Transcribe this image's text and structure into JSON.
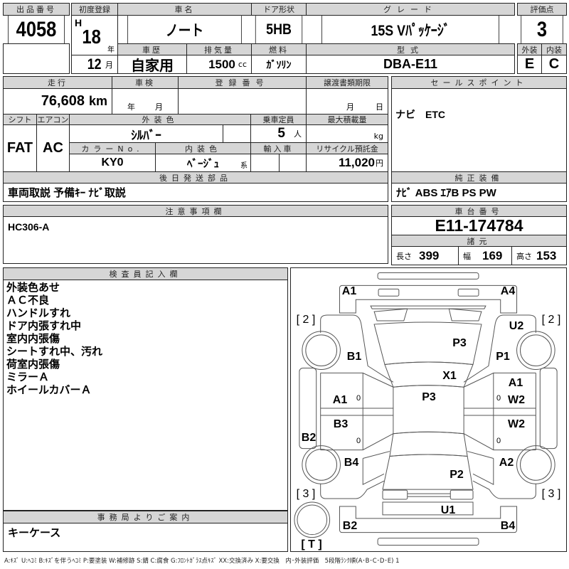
{
  "lot": {
    "label": "出品番号",
    "value": "4058"
  },
  "first_reg": {
    "label": "初度登録",
    "era": "H",
    "year": "18",
    "year_unit": "年",
    "month": "12",
    "month_unit": "月"
  },
  "car_name": {
    "label": "車名",
    "value": "ノート"
  },
  "door": {
    "label": "ドア形状",
    "value": "5HB"
  },
  "grade": {
    "label": "グレード",
    "value": "15S Vﾊﾟｯｹｰｼﾞ"
  },
  "score": {
    "label": "評価点",
    "value": "3",
    "exterior_label": "外装",
    "exterior": "E",
    "interior_label": "内装",
    "interior": "C"
  },
  "history": {
    "label": "車歴",
    "value": "自家用"
  },
  "displacement": {
    "label": "排気量",
    "value": "1500",
    "unit": "cc"
  },
  "fuel": {
    "label": "燃料",
    "value": "ｶﾞｿﾘﾝ"
  },
  "model": {
    "label": "型式",
    "value": "DBA-E11"
  },
  "mileage": {
    "label": "走行",
    "value": "76,608",
    "unit": "km"
  },
  "inspection": {
    "label": "車検",
    "year_unit": "年",
    "month_unit": "月"
  },
  "reg_no": {
    "label": "登録番号",
    "value": ""
  },
  "transfer": {
    "label": "譲渡書類期限",
    "month_unit": "月",
    "day_unit": "日"
  },
  "shift": {
    "label": "シフト",
    "value": "FAT"
  },
  "ac": {
    "label": "エアコン",
    "value": "AC"
  },
  "ext_color": {
    "label": "外装色",
    "value": "ｼﾙﾊﾞｰ"
  },
  "capacity": {
    "label": "乗車定員",
    "value": "5",
    "unit": "人"
  },
  "max_load": {
    "label": "最大積載量",
    "unit": "kg"
  },
  "color_no": {
    "label": "カラーNo.",
    "value": "KY0"
  },
  "int_color": {
    "label": "内装色",
    "value": "ﾍﾞｰｼﾞｭ",
    "suffix": "系"
  },
  "import": {
    "label": "輸入車"
  },
  "recycle": {
    "label": "リサイクル預託金",
    "value": "11,020",
    "unit": "円"
  },
  "later_parts": {
    "label": "後日発送部品",
    "value": "車両取説 予備ｷｰ ﾅﾋﾞ取説"
  },
  "sales_point": {
    "label": "セールスポイント",
    "value": "ナビ　ETC"
  },
  "equipment": {
    "label": "純正装備",
    "value": "ﾅﾋﾞ ABS ｴｱB PS PW"
  },
  "notes": {
    "label": "注意事項欄",
    "value": "HC306-A"
  },
  "chassis": {
    "label": "車台番号",
    "value": "E11-174784"
  },
  "specs": {
    "label": "諸元",
    "length_label": "長さ",
    "length": "399",
    "width_label": "幅",
    "width": "169",
    "height_label": "高さ",
    "height": "153"
  },
  "inspector": {
    "label": "検査員記入欄",
    "items": [
      "外装色あせ",
      "ＡＣ不良",
      "ハンドルすれ",
      "ドア内張すれ中",
      "室内内張傷",
      "シートすれ中、汚れ",
      "荷室内張傷",
      "ミラーＡ",
      "ホイールカバーＡ"
    ]
  },
  "office": {
    "label": "事務局よりご案内",
    "value": "キーケース"
  },
  "diagram": {
    "marks": {
      "front_bumper_left": "A1",
      "front_bumper_right": "A4",
      "hood": "P3",
      "front_fender_left": "B1",
      "front_fender_right": "P1",
      "front_right_upper": "U2",
      "windshield": "X1",
      "roof": "P3",
      "front_door_left": "A1",
      "front_door_right_1": "A1",
      "front_door_right_2": "W2",
      "rear_door_left": "B3",
      "rear_door_right": "W2",
      "sill_left": "B2",
      "rear_fender_left": "B4",
      "rear_fender_right": "A2",
      "trunk": "P2",
      "rear_panel": "U1",
      "rear_bumper_left": "B2",
      "rear_bumper_right": "B4",
      "zero_marks": [
        "0",
        "0",
        "0",
        "0"
      ]
    },
    "tires": {
      "front_left": "[ 2 ]",
      "front_right": "[ 2 ]",
      "rear_left": "[ 3 ]",
      "rear_right": "[ 3 ]",
      "spare": "[ T ]"
    }
  },
  "legend": "A:ｷｽﾞ U:ﾍｺﾐ B:ｷｽﾞを伴うﾍｺﾐ P:要塗装 W:補修跡 S:錆 C:腐食 G:ﾌﾛﾝﾄｶﾞﾗｽ点ｷｽﾞ XX:交換済み X:要交換　内･外装評価　5段階ﾗﾝｸ順(A･B･C･D･E) 1"
}
